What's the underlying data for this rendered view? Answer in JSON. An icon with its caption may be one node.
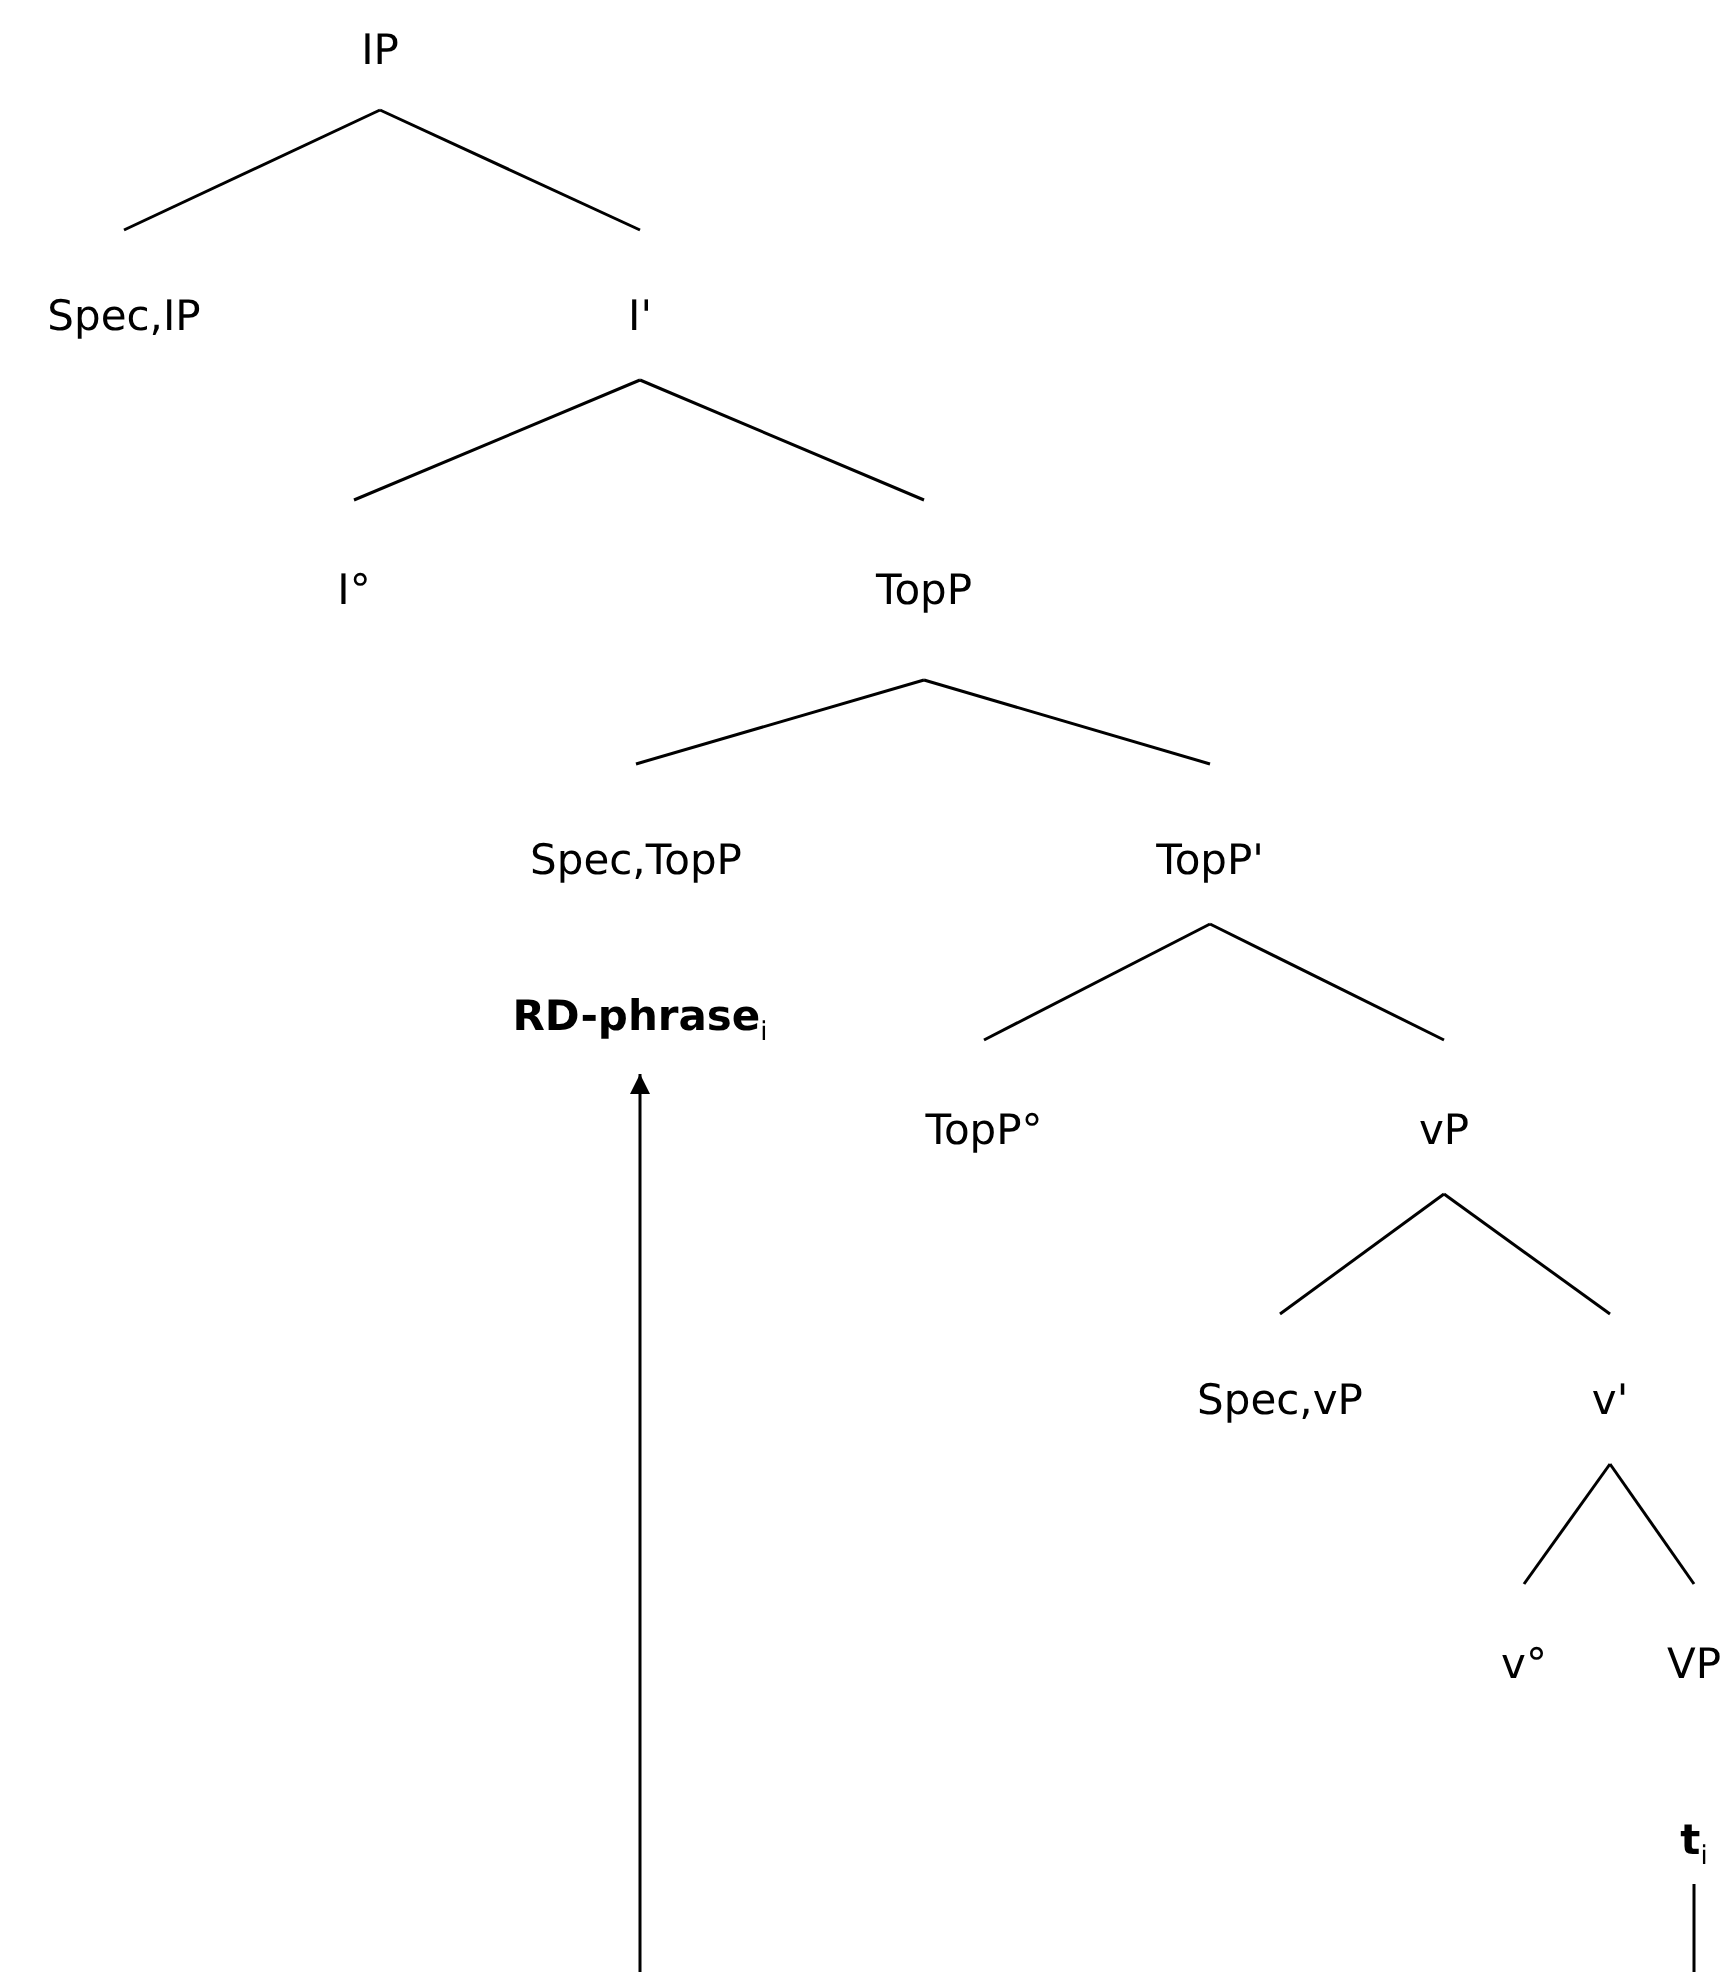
{
  "diagram": {
    "nodes": [
      {
        "text": [
          "IP"
        ]
      },
      {
        "text": [
          "Spec,IP"
        ]
      },
      {
        "text": [
          "I'"
        ]
      },
      {
        "text": [
          "I°"
        ]
      },
      {
        "text": [
          "TopP"
        ]
      },
      {
        "text": [
          "Spec,TopP"
        ]
      },
      {
        "text": [
          "TopP'"
        ]
      },
      {
        "text": [
          "**RD-phrase**$_{i}$"
        ]
      },
      {
        "text": [
          "TopP°"
        ]
      },
      {
        "text": [
          "vP"
        ]
      },
      {
        "text": [
          "Spec,vP"
        ]
      },
      {
        "text": [
          "v'"
        ]
      },
      {
        "text": [
          "v°"
        ]
      },
      {
        "text": [
          "VP"
        ]
      },
      {
        "text": [
          "**t**$_{i}$"
        ]
      }
    ],
    "edges": [
      {
        "from": 0,
        "to": 1,
        "arrow": "none"
      },
      {
        "from": 0,
        "to": 2,
        "arrow": "none"
      },
      {
        "from": 2,
        "to": 3,
        "arrow": "none"
      },
      {
        "from": 2,
        "to": 4,
        "arrow": "none"
      },
      {
        "from": 4,
        "to": 5,
        "arrow": "none"
      },
      {
        "from": 4,
        "to": 6,
        "arrow": "none"
      },
      {
        "from": 6,
        "to": 8,
        "arrow": "none"
      },
      {
        "from": 6,
        "to": 9,
        "arrow": "none"
      },
      {
        "from": 9,
        "to": 10,
        "arrow": "none"
      },
      {
        "from": 9,
        "to": 11,
        "arrow": "none"
      },
      {
        "from": 11,
        "to": 12,
        "arrow": "none"
      },
      {
        "from": 11,
        "to": 13,
        "arrow": "none"
      },
      {
        "from": 14,
        "to": 7,
        "arrow": "to"
      }
    ]
  }
}
